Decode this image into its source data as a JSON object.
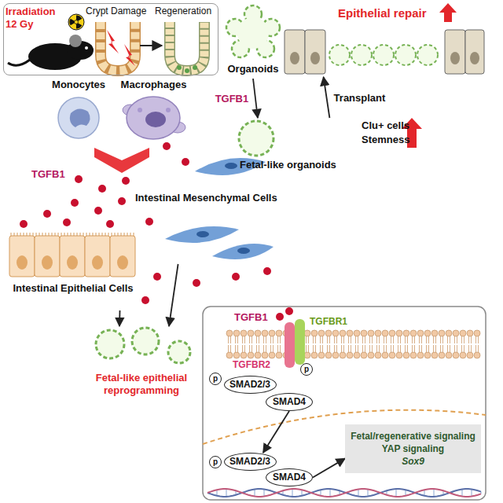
{
  "diagram": {
    "nodes": [
      {
        "text": [
          "Irradiation 12 Gy",
          "Crypt Damage",
          "Regeneration"
        ]
      },
      {
        "text": [
          "Organoids"
        ]
      },
      {
        "text": [
          "Epithelial repair"
        ]
      },
      {
        "text": [
          "Monocytes"
        ]
      },
      {
        "text": [
          "Macrophages"
        ]
      },
      {
        "text": [
          "Fetal-like organoids"
        ]
      },
      {
        "text": [
          "Intestinal Mesenchymal Cells"
        ]
      },
      {
        "text": [
          "Intestinal Epithelial Cells"
        ]
      },
      {
        "text": [
          "Fetal-like epithelial reprogramming"
        ]
      },
      {
        "text": [
          "p"
        ]
      },
      {
        "text": [
          "p"
        ]
      },
      {
        "text": [
          "SMAD2/3"
        ]
      },
      {
        "text": [
          "SMAD4"
        ]
      },
      {
        "text": [
          "p"
        ]
      },
      {
        "text": [
          "SMAD2/3"
        ]
      },
      {
        "text": [
          "SMAD4"
        ]
      },
      {
        "text": [
          "Fetal/regenerative signaling",
          "YAP signaling",
          "Sox9"
        ]
      }
    ],
    "edges": [
      {
        "from": 6,
        "to": 8,
        "arrow": "to"
      },
      {
        "from": 7,
        "to": 8,
        "arrow": "to"
      },
      {
        "from": 1,
        "to": 5,
        "arrow": "to",
        "label": "TGFB1"
      },
      {
        "from": 5,
        "to": 2,
        "arrow": "to",
        "label": "Transplant"
      },
      {
        "from": 12,
        "to": 14,
        "arrow": "to"
      },
      {
        "from": 15,
        "to": 16,
        "arrow": "to"
      }
    ],
    "labels": [
      "Clu+ cells",
      "Stemness",
      "TGFB1",
      "TGFB1",
      "TGFBR1",
      "TGFBR2"
    ]
  }
}
